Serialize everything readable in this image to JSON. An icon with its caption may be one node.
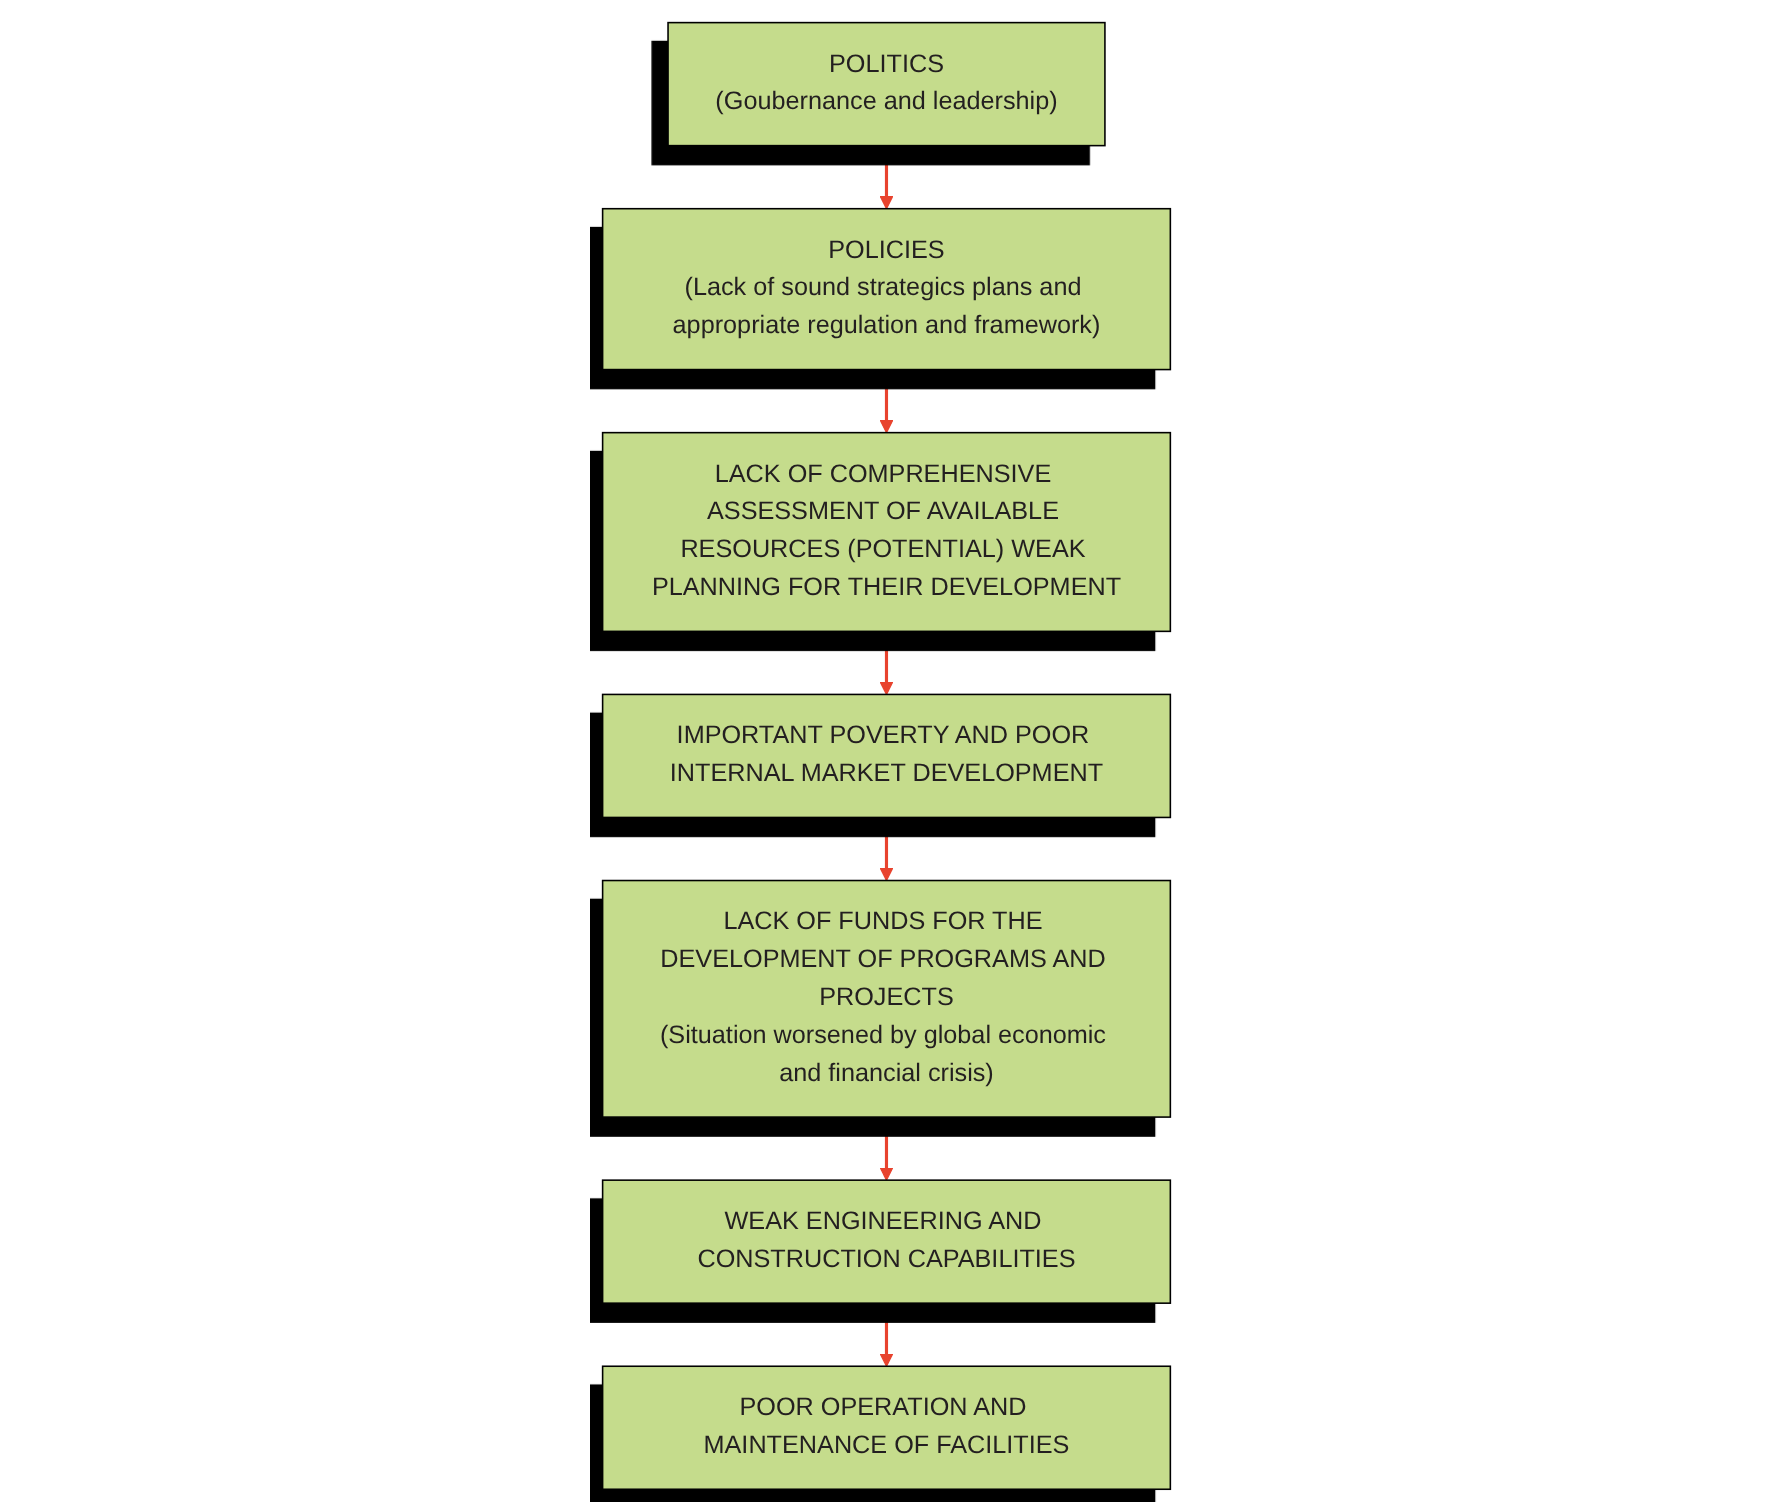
{
  "diagram": {
    "nodes": [
      {
        "text": [
          "POLITICS",
          "(Goubernance and leadership)"
        ]
      },
      {
        "text": [
          "POLICIES",
          "(Lack of sound strategics plans and appropriate regulation and framework)"
        ]
      },
      {
        "text": [
          "LACK OF COMPREHENSIVE ASSESSMENT OF AVAILABLE RESOURCES (POTENTIAL) WEAK PLANNING FOR THEIR DEVELOPMENT"
        ]
      },
      {
        "text": [
          "IMPORTANT POVERTY AND POOR INTERNAL MARKET DEVELOPMENT"
        ]
      },
      {
        "text": [
          "LACK OF FUNDS FOR THE DEVELOPMENT OF PROGRAMS AND PROJECTS",
          "(Situation worsened by global economic and financial crisis)"
        ]
      },
      {
        "text": [
          "WEAK ENGINEERING AND CONSTRUCTION CAPABILITIES"
        ]
      },
      {
        "text": [
          "POOR OPERATION AND MAINTENANCE OF FACILITIES"
        ]
      }
    ],
    "edges": [
      {
        "from": 0,
        "to": 1,
        "arrow": "to"
      },
      {
        "from": 1,
        "to": 2,
        "arrow": "to"
      },
      {
        "from": 2,
        "to": 3,
        "arrow": "to"
      },
      {
        "from": 3,
        "to": 4,
        "arrow": "to"
      },
      {
        "from": 4,
        "to": 5,
        "arrow": "to"
      },
      {
        "from": 5,
        "to": 6,
        "arrow": "to"
      }
    ]
  }
}
